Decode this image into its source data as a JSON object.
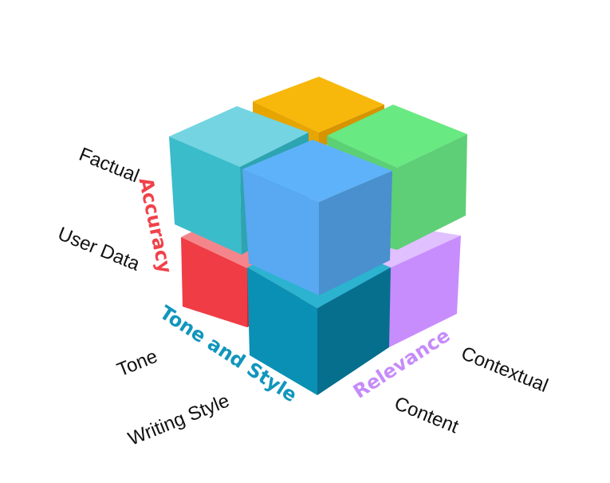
{
  "diagram": {
    "colors": {
      "teal": "#3BBCCB",
      "orange": "#F7B80B",
      "green": "#62DB79",
      "blue": "#5AAEF5",
      "red": "#F04349",
      "purple": "#C88DFD",
      "deep_teal": "#0E8FB5",
      "accuracy_label": "#F0424A",
      "tone_label": "#1196BC",
      "relevance_label": "#C68BF9"
    },
    "axes": {
      "accuracy": {
        "title": "Accuracy",
        "items": [
          "Factual",
          "User Data"
        ]
      },
      "tone_style": {
        "title": "Tone and Style",
        "items": [
          "Tone",
          "Writing Style"
        ]
      },
      "relevance": {
        "title": "Relevance",
        "items": [
          "Contextual",
          "Content"
        ]
      }
    },
    "blocks": [
      "accuracy-factual-tone-block",
      "accuracy-factual-contextual-block",
      "accuracy-factual-content-block",
      "accuracy-factual-writing-block",
      "accuracy-userdata-tone-block",
      "accuracy-userdata-contextual-block",
      "accuracy-userdata-writing-block"
    ]
  }
}
